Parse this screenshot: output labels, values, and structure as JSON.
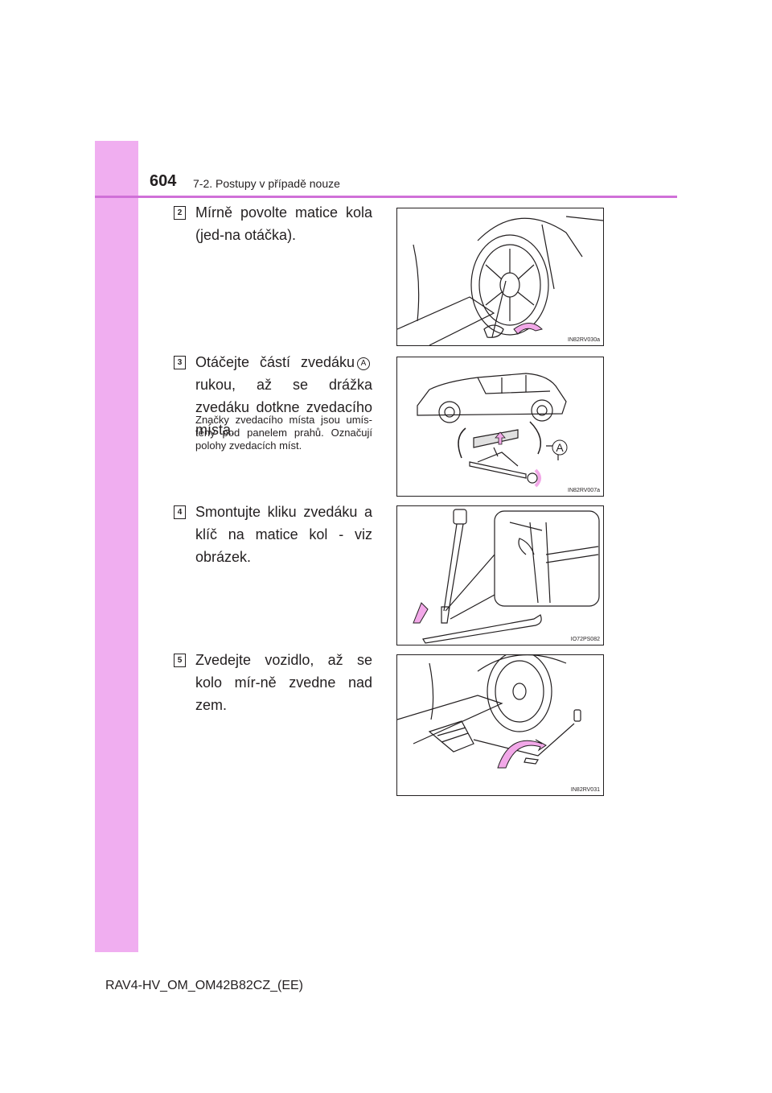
{
  "header": {
    "page_number": "604",
    "section_title": "7-2. Postupy v případě nouze"
  },
  "steps": [
    {
      "number": "2",
      "text": "Mírně povolte matice kola (jed-na otáčka).",
      "figure_code": "IN82RV030a"
    },
    {
      "number": "3",
      "text_before": "Otáčejte částí zvedáku",
      "callout": "A",
      "text_after": "rukou, až se drážka zvedáku dotkne zvedacího místa.",
      "note": "Značky zvedacího místa jsou umís-těny pod panelem prahů. Označují polohy zvedacích míst.",
      "figure_code": "IN82RV007a",
      "figure_callout": "A"
    },
    {
      "number": "4",
      "text": "Smontujte kliku zvedáku a klíč na matice kol - viz obrázek.",
      "figure_code": "IO72PS082"
    },
    {
      "number": "5",
      "text": "Zvedejte vozidlo, až se kolo mír-ně zvedne nad zem.",
      "figure_code": "IN82RV031"
    }
  ],
  "footer": {
    "manual_id": "RAV4-HV_OM_OM42B82CZ_(EE)"
  },
  "colors": {
    "sidebar": "#f0aef0",
    "rule": "#d070d8",
    "arrow_fill": "#f2a8e8",
    "ink": "#231f20"
  }
}
